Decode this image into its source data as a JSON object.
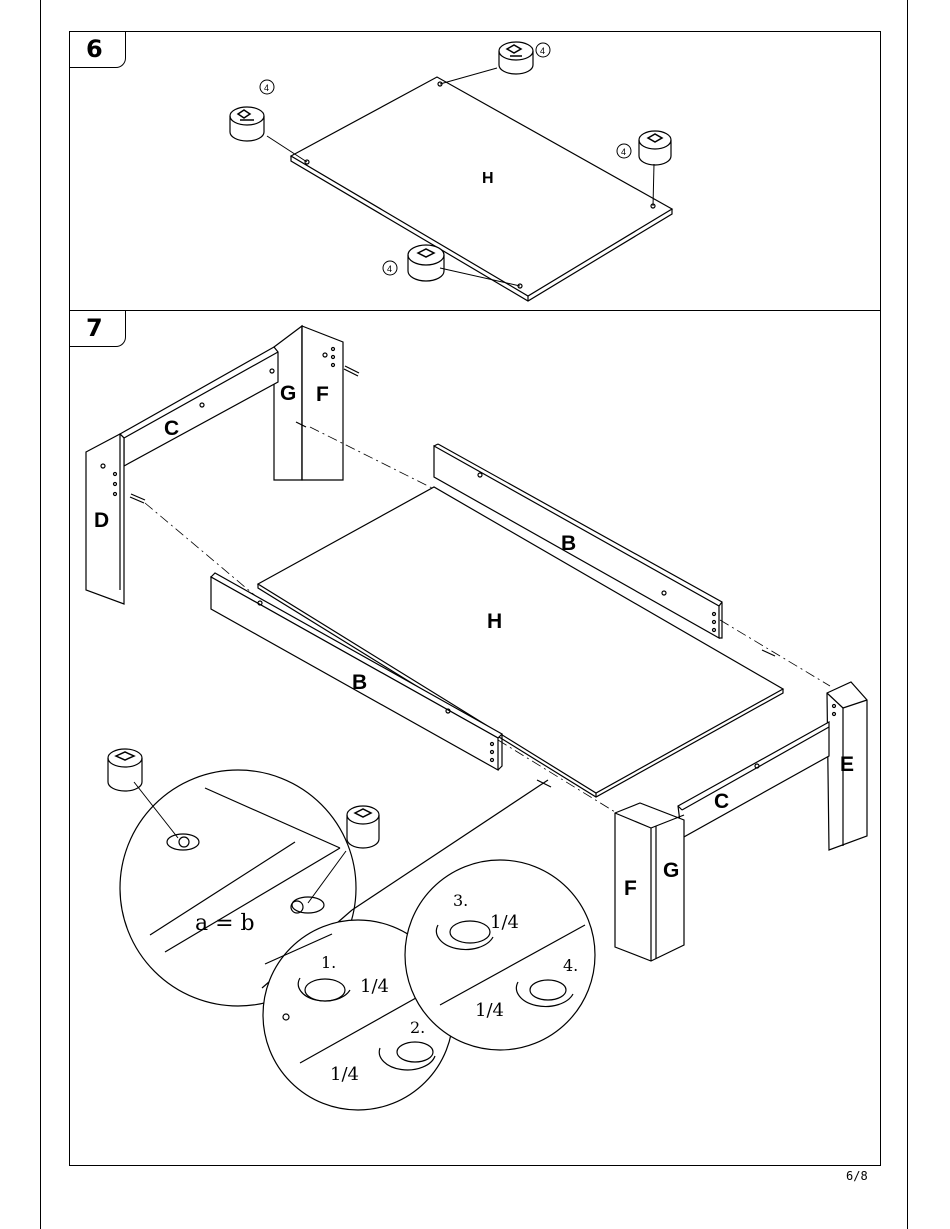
{
  "steps": [
    {
      "number": "6"
    },
    {
      "number": "7"
    }
  ],
  "step6": {
    "panel_label": "H",
    "callouts": [
      "4",
      "4",
      "4",
      "4"
    ]
  },
  "step7": {
    "part_labels": {
      "c_back": "C",
      "g_back": "G",
      "f_back": "F",
      "d": "D",
      "b_back": "B",
      "h": "H",
      "b_front": "B",
      "e": "E",
      "c_front": "C",
      "g_front": "G",
      "f_front": "F"
    },
    "detail": {
      "equation": "a = b",
      "step1": "1.",
      "step2": "2.",
      "step3": "3.",
      "step4": "4.",
      "quarter1": "1/4",
      "quarter2": "1/4",
      "quarter3": "1/4",
      "quarter4": "1/4"
    }
  },
  "footer": {
    "page": "6/8"
  }
}
